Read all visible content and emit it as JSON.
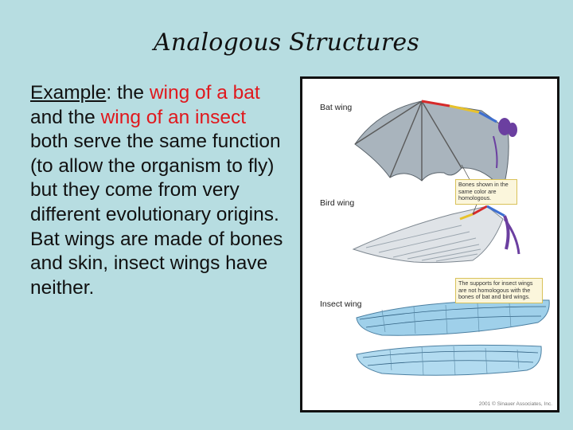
{
  "slide": {
    "title": "Analogous Structures",
    "body": {
      "example_label": "Example",
      "part1": ": the ",
      "red1": "wing of a bat",
      "part2": " and the ",
      "red2": "wing of an insect",
      "part3": " both serve the same function (to allow the organism to fly) but they come from very different evolutionary origins.  Bat wings are made of bones and skin, insect wings have neither."
    }
  },
  "figure": {
    "labels": {
      "bat": "Bat wing",
      "bird": "Bird wing",
      "insect": "Insect wing"
    },
    "callouts": {
      "homologous": "Bones shown in the same color are homologous.",
      "insect_supports": "The supports for insect wings are not homologous with the bones of bat and bird wings."
    },
    "copyright": "2001 © Sinauer Associates, Inc."
  },
  "colors": {
    "background": "#b7dde1",
    "highlight_red": "#e0181d",
    "bone_red": "#d62a2a",
    "bone_yellow": "#e8c22c",
    "bone_purple": "#6b3fa0",
    "bone_blue": "#3e6fd0",
    "membrane_gray": "#a9b4bd",
    "insect_blue": "#9fd0ea"
  }
}
